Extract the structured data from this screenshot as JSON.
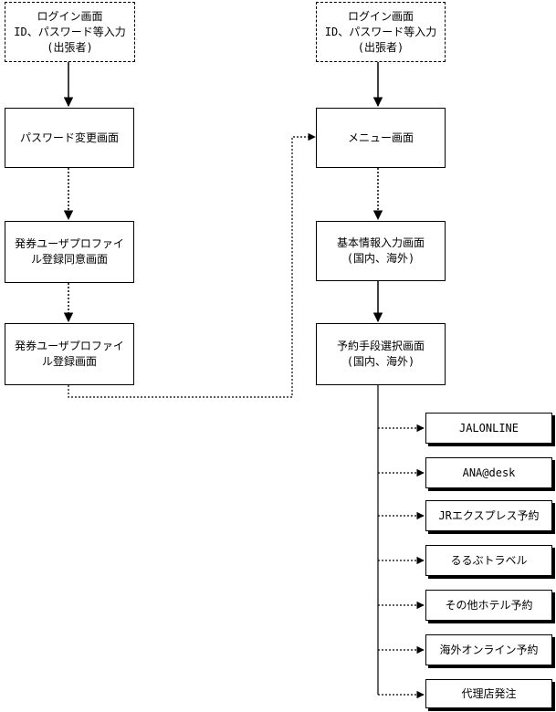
{
  "left_column": {
    "login": [
      "ログイン画面",
      "ID、パスワード等入力",
      "(出張者)"
    ],
    "password_change": [
      "パスワード変更画面"
    ],
    "profile_consent": [
      "発券ユーザプロファイ",
      "ル登録同意画面"
    ],
    "profile_register": [
      "発券ユーザプロファイ",
      "ル登録画面"
    ]
  },
  "right_column": {
    "login": [
      "ログイン画面",
      "ID、パスワード等入力",
      "(出張者)"
    ],
    "menu": [
      "メニュー画面"
    ],
    "basic_info": [
      "基本情報入力画面",
      "(国内、海外)"
    ],
    "reservation_select": [
      "予約手段選択画面",
      "(国内、海外)"
    ]
  },
  "reservation_options": [
    "JALONLINE",
    "ANA@desk",
    "JRエクスプレス予約",
    "るるぶトラベル",
    "その他ホテル予約",
    "海外オンライン予約",
    "代理店発注"
  ]
}
